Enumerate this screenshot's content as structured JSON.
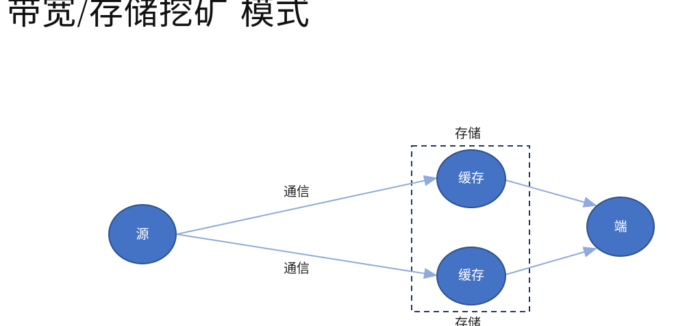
{
  "title": "带宽/存储挖矿 模式",
  "nodes": {
    "source": "源",
    "cache_top": "缓存",
    "cache_bottom": "缓存",
    "end": "端"
  },
  "edges": {
    "comm_top": "通信",
    "comm_bottom": "通信"
  },
  "storage_group": {
    "label_top": "存储",
    "label_bottom": "存储"
  },
  "colors": {
    "node_fill": "#4472C4",
    "node_stroke": "#2F528F",
    "edge": "#8FAADC",
    "group_border": "#1F3864"
  }
}
